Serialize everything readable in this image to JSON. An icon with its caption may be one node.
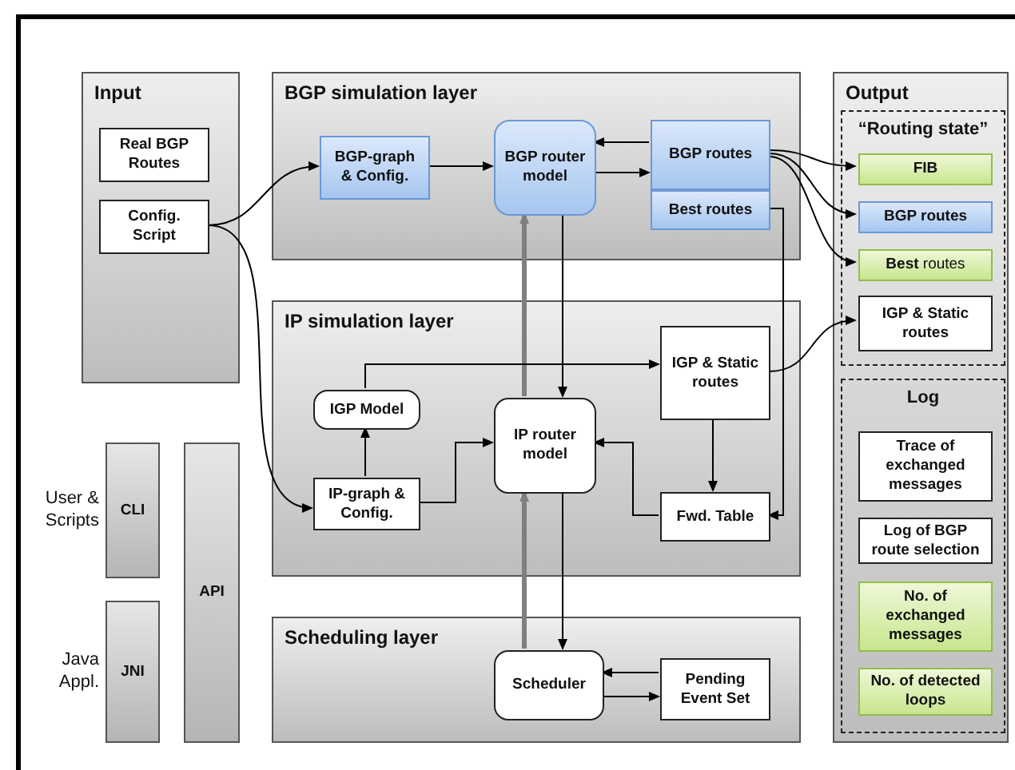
{
  "diagram": {
    "nodes": [
      {
        "text": [
          "Input"
        ]
      },
      {
        "text": [
          "Real BGP Routes"
        ],
        "in": 0
      },
      {
        "text": [
          "Config. Script"
        ],
        "in": 0
      },
      {
        "text": [
          "BGP simulation layer"
        ]
      },
      {
        "text": [
          "BGP-graph & Config."
        ],
        "in": 3
      },
      {
        "text": [
          "BGP router model"
        ],
        "in": 3
      },
      {
        "text": [
          "BGP routes"
        ],
        "in": 3
      },
      {
        "text": [
          "Best routes"
        ],
        "in": 3
      },
      {
        "text": [
          "IP simulation layer"
        ]
      },
      {
        "text": [
          "IGP Model"
        ],
        "in": 8
      },
      {
        "text": [
          "IP-graph & Config."
        ],
        "in": 8
      },
      {
        "text": [
          "IP router model"
        ],
        "in": 8
      },
      {
        "text": [
          "IGP & Static routes"
        ],
        "in": 8
      },
      {
        "text": [
          "Fwd. Table"
        ],
        "in": 8
      },
      {
        "text": [
          "Scheduling layer"
        ]
      },
      {
        "text": [
          "Scheduler"
        ],
        "in": 14
      },
      {
        "text": [
          "Pending Event Set"
        ],
        "in": 14
      },
      {
        "text": [
          "CLI"
        ],
        "beside": [
          "User & Scripts"
        ]
      },
      {
        "text": [
          "JNI"
        ],
        "beside": [
          "Java Appl."
        ]
      },
      {
        "text": [
          "API"
        ]
      },
      {
        "text": [
          "Output"
        ]
      },
      {
        "text": [
          "“Routing state”"
        ],
        "in": 20
      },
      {
        "text": [
          "FIB"
        ],
        "in": 21
      },
      {
        "text": [
          "BGP routes"
        ],
        "in": 21
      },
      {
        "text": [
          "**Best** routes"
        ],
        "in": 21
      },
      {
        "text": [
          "IGP & Static routes"
        ],
        "in": 21
      },
      {
        "text": [
          "Log"
        ],
        "in": 20
      },
      {
        "text": [
          "Trace of exchanged messages"
        ],
        "in": 26
      },
      {
        "text": [
          "Log of BGP route selection"
        ],
        "in": 26
      },
      {
        "text": [
          "No. of exchanged messages"
        ],
        "in": 26
      },
      {
        "text": [
          "No. of detected loops"
        ],
        "in": 26
      }
    ],
    "edges": [
      {
        "from": 2,
        "to": 4,
        "arrow": "to"
      },
      {
        "from": 2,
        "to": 10,
        "arrow": "to"
      },
      {
        "from": 4,
        "to": 5,
        "arrow": "to"
      },
      {
        "from": 6,
        "to": 5,
        "arrow": "to"
      },
      {
        "from": 5,
        "to": 6,
        "arrow": "to"
      },
      {
        "from": 6,
        "to": 22,
        "arrow": "to"
      },
      {
        "from": 6,
        "to": 23,
        "arrow": "to"
      },
      {
        "from": 6,
        "to": 24,
        "arrow": "to"
      },
      {
        "from": 7,
        "to": 13,
        "arrow": "to"
      },
      {
        "from": 11,
        "to": 5,
        "arrow": "to",
        "style": "thick",
        "color": "#7f7f7f"
      },
      {
        "from": 5,
        "to": 11,
        "arrow": "to"
      },
      {
        "from": 9,
        "to": 12,
        "arrow": "to"
      },
      {
        "from": 10,
        "to": 9,
        "arrow": "to"
      },
      {
        "from": 10,
        "to": 11,
        "arrow": "to"
      },
      {
        "from": 12,
        "to": 13,
        "arrow": "to"
      },
      {
        "from": 13,
        "to": 11,
        "arrow": "to"
      },
      {
        "from": 12,
        "to": 25,
        "arrow": "to"
      },
      {
        "from": 15,
        "to": 11,
        "arrow": "to",
        "style": "thick",
        "color": "#7f7f7f"
      },
      {
        "from": 11,
        "to": 15,
        "arrow": "to"
      },
      {
        "from": 16,
        "to": 15,
        "arrow": "to"
      },
      {
        "from": 15,
        "to": 16,
        "arrow": "to"
      }
    ]
  }
}
